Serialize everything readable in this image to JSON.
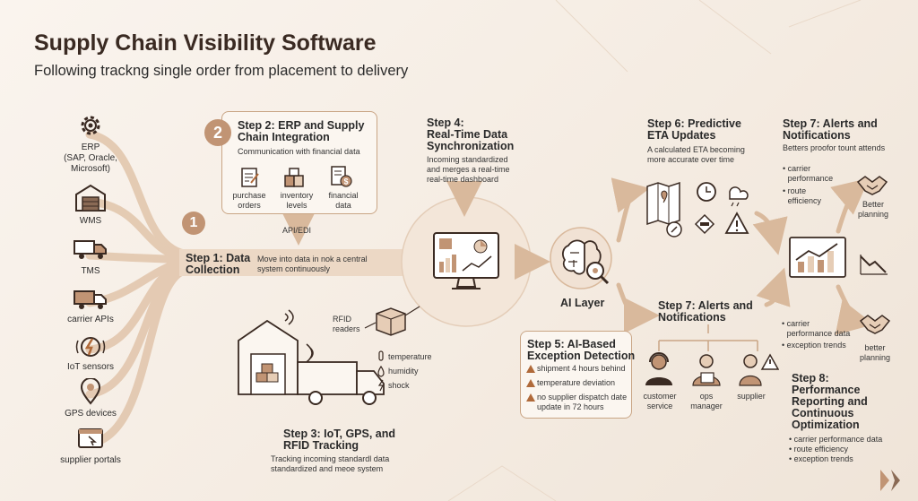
{
  "header": {
    "title": "Supply Chain Visibility Software",
    "subtitle": "Following trackng single order from placement to delivery"
  },
  "sources": [
    {
      "label": "ERP\n(SAP, Oracle,\nMicrosoft)",
      "icon": "gear-icon"
    },
    {
      "label": "WMS",
      "icon": "warehouse-icon"
    },
    {
      "label": "TMS",
      "icon": "truck-icon"
    },
    {
      "label": "carrier APIs",
      "icon": "delivery-truck-icon"
    },
    {
      "label": "IoT sensors",
      "icon": "sensor-icon"
    },
    {
      "label": "GPS devices",
      "icon": "location-pin-icon"
    },
    {
      "label": "supplier portals",
      "icon": "portal-icon"
    }
  ],
  "step1": {
    "number": "1",
    "title": "Step 1: Data\nCollection",
    "desc": "Move into data in nok a central\nsystem continuously"
  },
  "step2": {
    "number": "2",
    "title": "Step 2: ERP and Supply\nChain Integration",
    "desc": "Communication with financial data",
    "items": [
      "purchase\norders",
      "inventory\nlevels",
      "financial\ndata"
    ],
    "connector": "API/EDI"
  },
  "step3": {
    "title": "Step 3: IoT, GPS, and\nRFID Tracking",
    "desc": "Tracking incoming standardl data\nstandardized and meoe system",
    "rfid": "RFID\nreaders",
    "sensors": [
      "temperature",
      "humidity",
      "shock"
    ]
  },
  "step4": {
    "title": "Step 4:\nReal-Time Data\nSynchronization",
    "desc": "Incoming standardized\nand merges a real-time\nreal-time dashboard"
  },
  "ai": {
    "label": "AI Layer"
  },
  "step5": {
    "title": "Step 5: AI-Based\nException Detection",
    "alerts": [
      "shipment 4 hours behind",
      "temperature deviation",
      "no supplier dispatch date\nupdate in 72 hours"
    ]
  },
  "step6": {
    "title": "Step 6: Predictive\nETA Updates",
    "desc": "A calculated ETA becoming\nmore accurate over time"
  },
  "step7a": {
    "title": "Step 7: Alerts and\nNotifications",
    "desc": "Betters proofor tount attends",
    "bullets": [
      "carrier\nperformance",
      "route\nefficiency"
    ],
    "outcome": "Better\nplanning"
  },
  "step7b": {
    "title": "Step 7: Alerts and\nNotifications",
    "recipients": [
      "customer\nservice",
      "ops\nmanager",
      "supplier"
    ]
  },
  "step8": {
    "title": "Step 8:\nPerformance\nReporting and\nContinuous\nOptimization",
    "bullets_top": [
      "carrier\nperformance data",
      "exception trends"
    ],
    "outcome": "better\nplanning",
    "bullets": [
      "carrier performance data",
      "route efficiency",
      "exception trends"
    ]
  },
  "colors": {
    "accent": "#c19474",
    "line": "#d9b99c",
    "dark": "#3a2a22",
    "warn": "#b06a3a"
  }
}
